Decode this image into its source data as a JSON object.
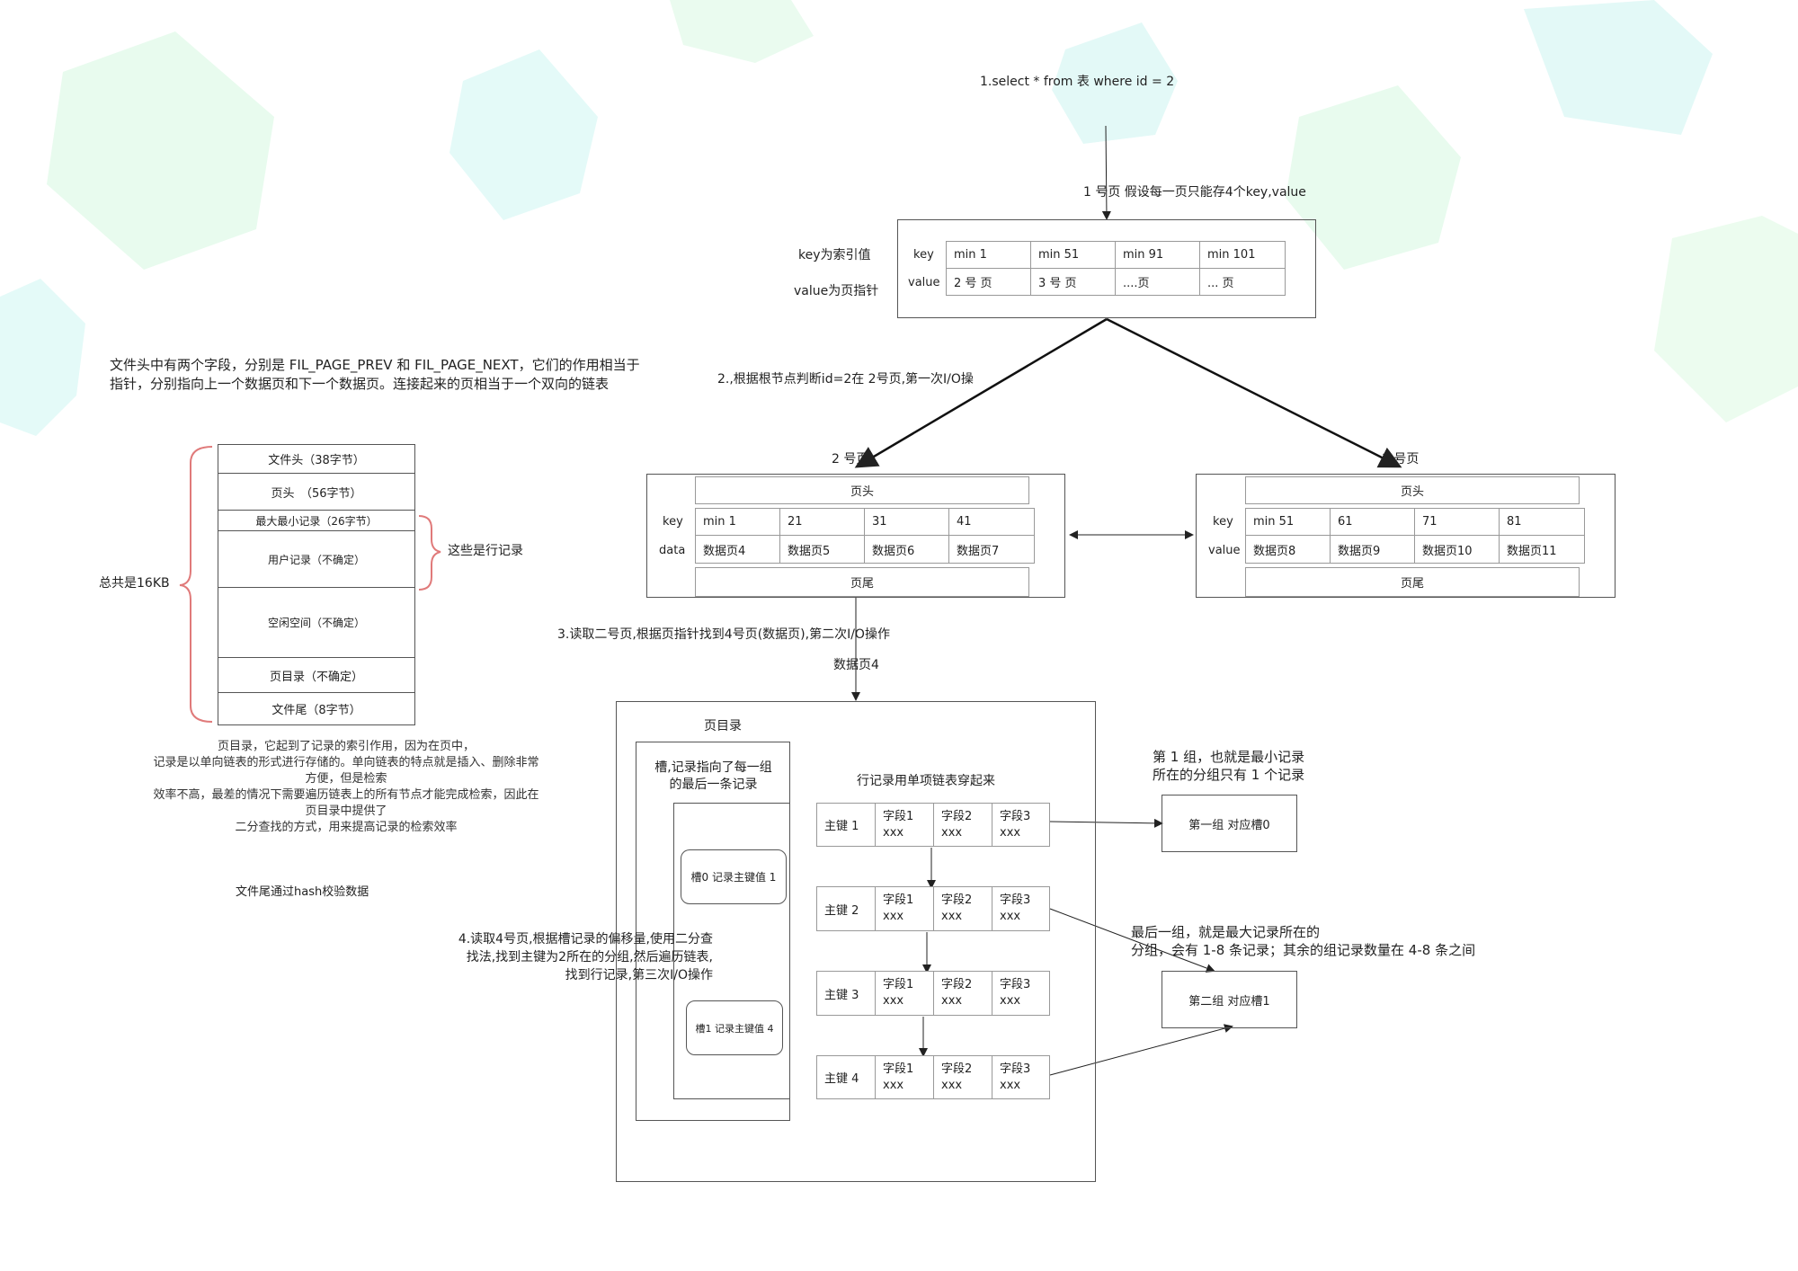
{
  "query": "1.select * from 表 where id = 2",
  "root_note": "1 号页  假设每一页只能存4个key,value",
  "key_note": "key为索引值",
  "value_note": "value为页指针",
  "root": {
    "key_label": "key",
    "value_label": "value",
    "keys": [
      "min 1",
      "min 51",
      "min 91",
      "min 101"
    ],
    "values": [
      "2 号 页",
      "3 号 页",
      "....页",
      "... 页"
    ]
  },
  "file_header_note_1": "文件头中有两个字段，分别是 FIL_PAGE_PREV 和 FIL_PAGE_NEXT，它们的作用相当于",
  "file_header_note_2": "指针，分别指向上一个数据页和下一个数据页。连接起来的页相当于一个双向的链表",
  "step2": "2.,根据根节点判断id=2在 2号页,第一次I/O操",
  "page2": {
    "title": "2 号页",
    "header": "页头",
    "footer": "页尾",
    "key_label": "key",
    "data_label": "data",
    "keys": [
      "min 1",
      "21",
      "31",
      "41"
    ],
    "values": [
      "数据页4",
      "数据页5",
      "数据页6",
      "数据页7"
    ]
  },
  "page3": {
    "title": "3 号页",
    "header": "页头",
    "footer": "页尾",
    "key_label": "key",
    "data_label": "value",
    "keys": [
      "min 51",
      "61",
      "71",
      "81"
    ],
    "values": [
      "数据页8",
      "数据页9",
      "数据页10",
      "数据页11"
    ]
  },
  "page_struct": {
    "rows": [
      "文件头（38字节）",
      "页头　（56字节）",
      "最大最小记录（26字节）",
      "用户记录（不确定）",
      "空闲空间（不确定）",
      "页目录（不确定）",
      "文件尾（8字节）"
    ],
    "total": "总共是16KB",
    "row_note": "这些是行记录"
  },
  "dir_note": [
    "页目录，它起到了记录的索引作用，因为在页中，",
    "记录是以单向链表的形式进行存储的。单向链表的特点就是插入、删除非常",
    "方便，但是检索",
    "效率不高，最差的情况下需要遍历链表上的所有节点才能完成检索，因此在",
    "页目录中提供了",
    "二分查找的方式，用来提高记录的检索效率"
  ],
  "tail_note": "文件尾通过hash校验数据",
  "step3": "3.读取二号页,根据页指针找到4号页(数据页),第二次I/O操作",
  "data_page_4": "数据页4",
  "data_page": {
    "dir_title": "页目录",
    "slot_note": [
      "槽,记录指向了每一组",
      "的最后一条记录"
    ],
    "slot0": "槽0 记录主键值 1",
    "slot1": "槽1 记录主键值 4",
    "rows_note": "行记录用单项链表穿起来",
    "records": [
      {
        "pk": "主键 1",
        "fields": [
          "字段1",
          "字段2",
          "字段3"
        ],
        "vals": [
          "xxx",
          "xxx",
          "xxx"
        ]
      },
      {
        "pk": "主键 2",
        "fields": [
          "字段1",
          "字段2",
          "字段3"
        ],
        "vals": [
          "xxx",
          "xxx",
          "xxx"
        ]
      },
      {
        "pk": "主键 3",
        "fields": [
          "字段1",
          "字段2",
          "字段3"
        ],
        "vals": [
          "xxx",
          "xxx",
          "xxx"
        ]
      },
      {
        "pk": "主键 4",
        "fields": [
          "字段1",
          "字段2",
          "字段3"
        ],
        "vals": [
          "xxx",
          "xxx",
          "xxx"
        ]
      }
    ]
  },
  "step4": [
    "4.读取4号页,根据槽记录的偏移量,使用二分查",
    "找法,找到主键为2所在的分组,然后遍历链表,",
    "找到行记录,第三次I/O操作"
  ],
  "group1": {
    "note": [
      "第 1 组，也就是最小记录",
      "所在的分组只有 1 个记录"
    ],
    "label": "第一组  对应槽0"
  },
  "group2": {
    "note": [
      "最后一组，就是最大记录所在的",
      "分组，会有 1-8 条记录；其余的组记录数量在 4-8 条之间"
    ],
    "label": "第二组  对应槽1"
  }
}
